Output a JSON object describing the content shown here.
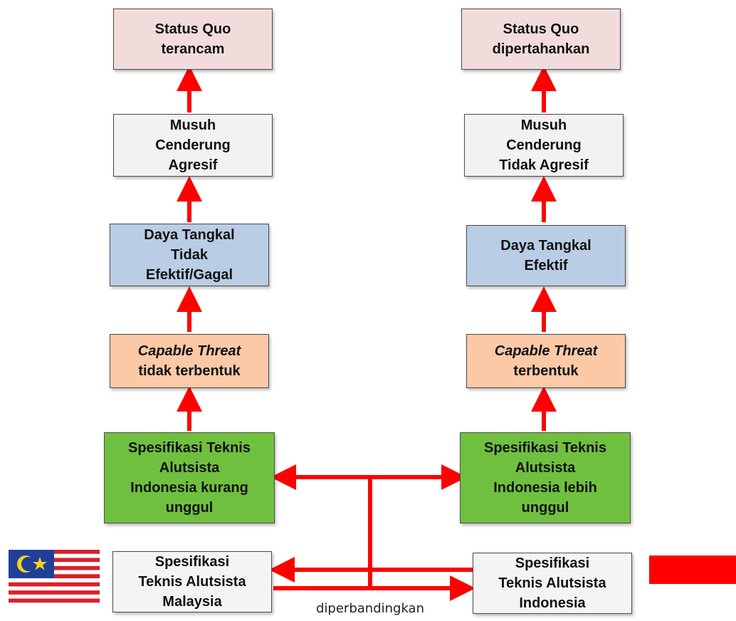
{
  "left_chain": {
    "status": [
      "Status Quo",
      "terancam"
    ],
    "enemy": [
      "Musuh",
      "Cenderung",
      "Agresif"
    ],
    "deterrence": [
      "Daya Tangkal",
      "Tidak",
      "Efektif/Gagal"
    ],
    "threat_italic": "Capable Threat",
    "threat_rest": "tidak terbentuk",
    "spec": [
      "Spesifikasi Teknis",
      "Alutsista",
      "Indonesia kurang",
      "unggul"
    ]
  },
  "right_chain": {
    "status": [
      "Status Quo",
      "dipertahankan"
    ],
    "enemy": [
      "Musuh",
      "Cenderung",
      "Tidak Agresif"
    ],
    "deterrence": [
      "Daya Tangkal",
      "Efektif"
    ],
    "threat_italic": "Capable Threat",
    "threat_rest": "terbentuk",
    "spec": [
      "Spesifikasi Teknis",
      "Alutsista",
      "Indonesia lebih",
      "unggul"
    ]
  },
  "compare": {
    "malaysia": [
      "Spesifikasi",
      "Teknis Alutsista",
      "Malaysia"
    ],
    "indonesia": [
      "Spesifikasi",
      "Teknis Alutsista",
      "Indonesia"
    ],
    "caption": "diperbandingkan"
  },
  "flags": {
    "malaysia": {
      "name": "malaysia-flag",
      "blue": "#1f3f9a",
      "red": "#d8202a",
      "yellow": "#f5d21a"
    },
    "indonesia": {
      "name": "indonesia-flag",
      "red": "#ff0000",
      "white": "#ffffff"
    }
  },
  "colors": {
    "arrow": "#ff0000",
    "status_box": "#f2dcdb",
    "enemy_box": "#f2f2f2",
    "deterrence_box": "#b9cde5",
    "threat_box": "#fbc9a6",
    "spec_box": "#70c040"
  }
}
